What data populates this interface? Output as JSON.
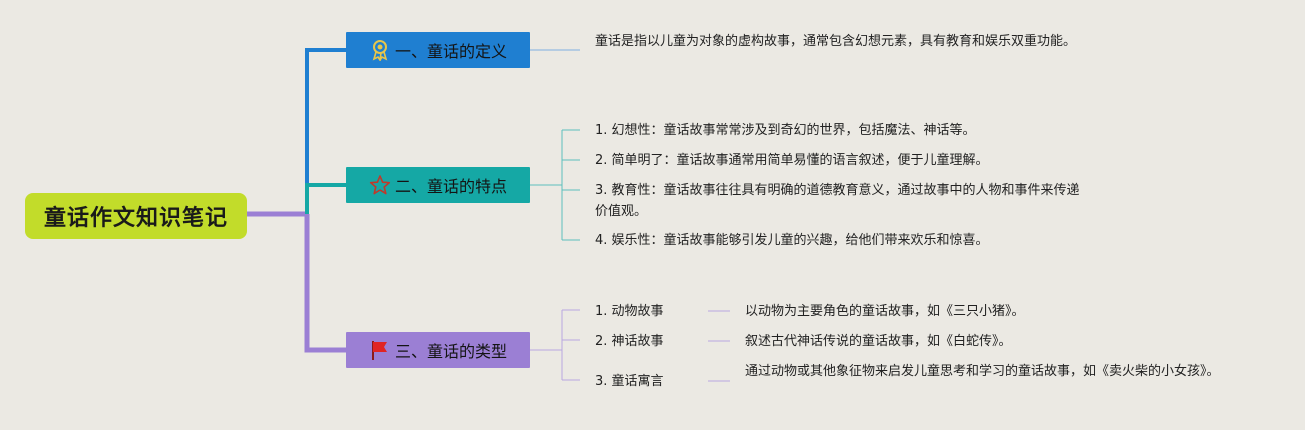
{
  "root": {
    "title": "童话作文知识笔记",
    "color": "#c2dc2a"
  },
  "branches": [
    {
      "label": "一、童话的定义",
      "icon": "ribbon-award-icon",
      "color": "#1f7fd1",
      "items": [
        {
          "text": "童话是指以儿童为对象的虚构故事，通常包含幻想元素，具有教育和娱乐双重功能。"
        }
      ]
    },
    {
      "label": "二、童话的特点",
      "icon": "star-outline-icon",
      "color": "#15a8a5",
      "items": [
        {
          "text": "1. 幻想性：童话故事常常涉及到奇幻的世界，包括魔法、神话等。"
        },
        {
          "text": "2. 简单明了：童话故事通常用简单易懂的语言叙述，便于儿童理解。"
        },
        {
          "text": "3. 教育性：童话故事往往具有明确的道德教育意义，通过故事中的人物和事件来传递价值观。"
        },
        {
          "text": "4. 娱乐性：童话故事能够引发儿童的兴趣，给他们带来欢乐和惊喜。"
        }
      ]
    },
    {
      "label": "三、童话的类型",
      "icon": "red-flag-icon",
      "color": "#9b7fd4",
      "items": [
        {
          "text": "1. 动物故事",
          "detail": "以动物为主要角色的童话故事，如《三只小猪》。"
        },
        {
          "text": "2. 神话故事",
          "detail": "叙述古代神话传说的童话故事，如《白蛇传》。"
        },
        {
          "text": "3. 童话寓言",
          "detail": "通过动物或其他象征物来启发儿童思考和学习的童话故事，如《卖火柴的小女孩》。"
        }
      ]
    }
  ]
}
